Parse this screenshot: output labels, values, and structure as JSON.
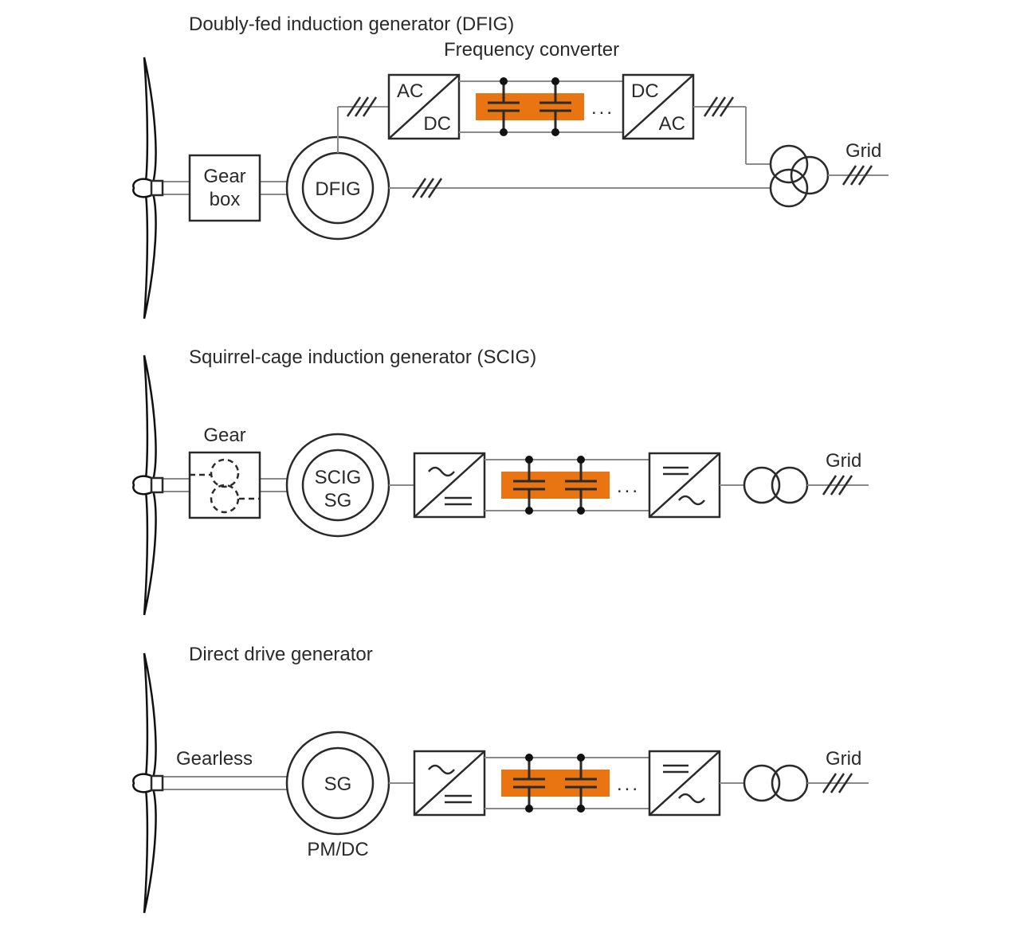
{
  "dfig": {
    "title": "Doubly-fed induction generator (DFIG)",
    "converter_label": "Frequency converter",
    "gearbox_line1": "Gear",
    "gearbox_line2": "box",
    "generator": "DFIG",
    "rectifier_top": "AC",
    "rectifier_bottom": "DC",
    "inverter_top": "DC",
    "inverter_bottom": "AC",
    "dots": "...",
    "grid": "Grid"
  },
  "scig": {
    "title": "Squirrel-cage induction generator (SCIG)",
    "gear_label": "Gear",
    "generator_line1": "SCIG",
    "generator_line2": "SG",
    "dots": "...",
    "grid": "Grid"
  },
  "direct": {
    "title": "Direct drive generator",
    "gearless_label": "Gearless",
    "generator": "SG",
    "generator_caption": "PM/DC",
    "dots": "...",
    "grid": "Grid"
  },
  "colors": {
    "dc_link_capacitor_bank": "#e87511",
    "lines": "#8a8a8a",
    "outline": "#2a2a2a"
  }
}
